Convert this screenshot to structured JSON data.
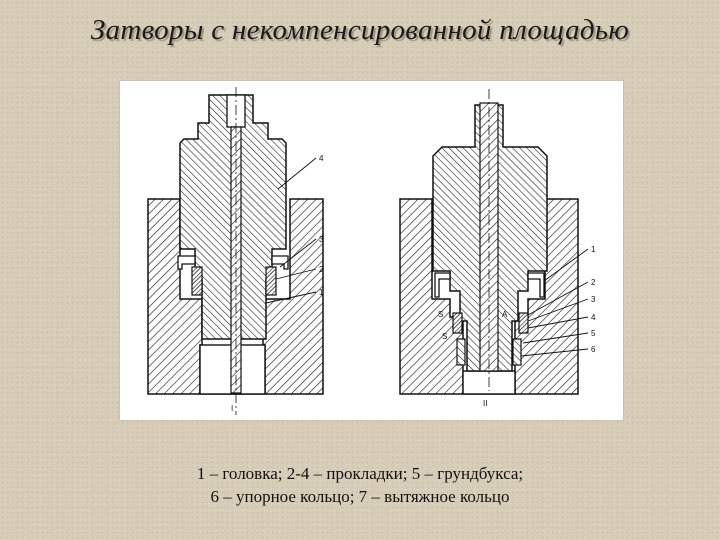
{
  "title": "Затворы с некомпенсированной площадью",
  "figure": {
    "left_callouts": [
      "4",
      "3",
      "2",
      "1"
    ],
    "left_axis_label": "I",
    "right_callouts": [
      "1",
      "2",
      "3",
      "4",
      "5",
      "6"
    ],
    "right_axis_label": "II",
    "right_inner_labels": [
      "S",
      "S",
      "A"
    ]
  },
  "caption": {
    "line1": "1 – головка; 2-4 – прокладки; 5 – грундбукса;",
    "line2": "6 – упорное кольцо; 7 – вытяжное кольцо"
  },
  "colors": {
    "background": "#d8cdb9",
    "panel": "#ffffff",
    "ink": "#111111"
  }
}
